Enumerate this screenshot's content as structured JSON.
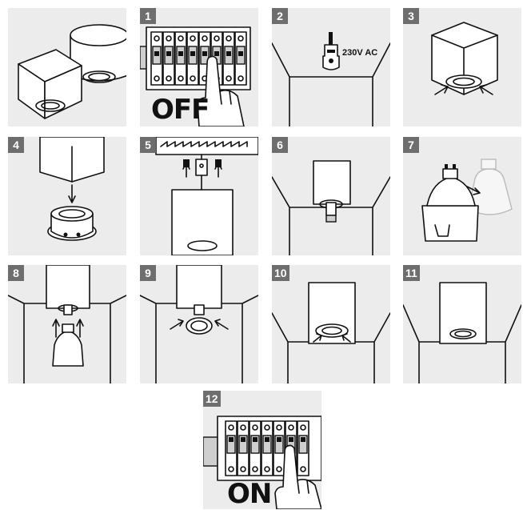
{
  "steps": [
    {
      "number": ""
    },
    {
      "number": "1",
      "caption": "OFF"
    },
    {
      "number": "2",
      "voltage": "230V AC"
    },
    {
      "number": "3"
    },
    {
      "number": "4"
    },
    {
      "number": "5"
    },
    {
      "number": "6"
    },
    {
      "number": "7"
    },
    {
      "number": "8"
    },
    {
      "number": "9"
    },
    {
      "number": "10"
    },
    {
      "number": "11"
    },
    {
      "number": "12",
      "caption": "ON"
    }
  ],
  "colors": {
    "panel_bg": "#ececec",
    "badge_bg": "#6e6e6e",
    "ink": "#111111"
  },
  "icons": [
    "lamp-housings-icon",
    "breaker-panel-icon",
    "hand-icon",
    "voltage-tester-icon",
    "ceiling-room-icon",
    "lamp-box-icon",
    "socket-ring-icon",
    "wire-connector-icon",
    "gu10-bulb-icon",
    "arrow-icon"
  ]
}
